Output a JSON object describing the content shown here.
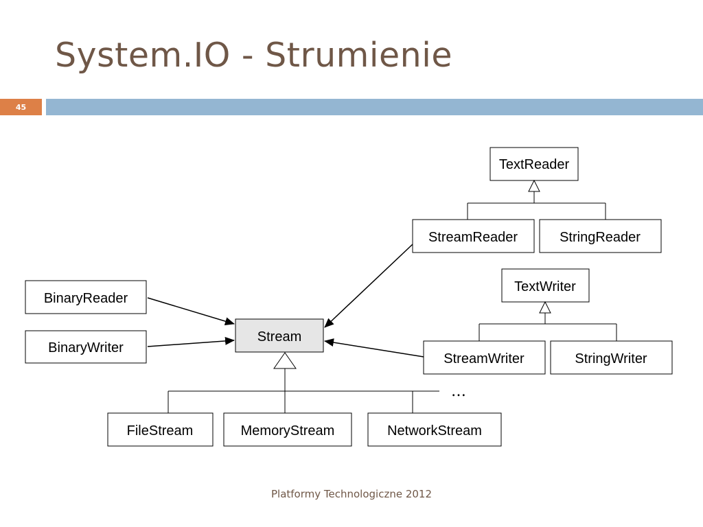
{
  "slide": {
    "title": "System.IO - Strumienie",
    "number": "45",
    "footer": "Platformy Technologiczne 2012"
  },
  "diagram": {
    "classes": {
      "text_reader": "TextReader",
      "stream_reader": "StreamReader",
      "string_reader": "StringReader",
      "text_writer": "TextWriter",
      "stream_writer": "StreamWriter",
      "string_writer": "StringWriter",
      "binary_reader": "BinaryReader",
      "binary_writer": "BinaryWriter",
      "stream": "Stream",
      "file_stream": "FileStream",
      "memory_stream": "MemoryStream",
      "network_stream": "NetworkStream"
    },
    "ellipsis": "…",
    "colors": {
      "stream_fill": "#e6e6e6",
      "box_border": "#000000"
    }
  }
}
